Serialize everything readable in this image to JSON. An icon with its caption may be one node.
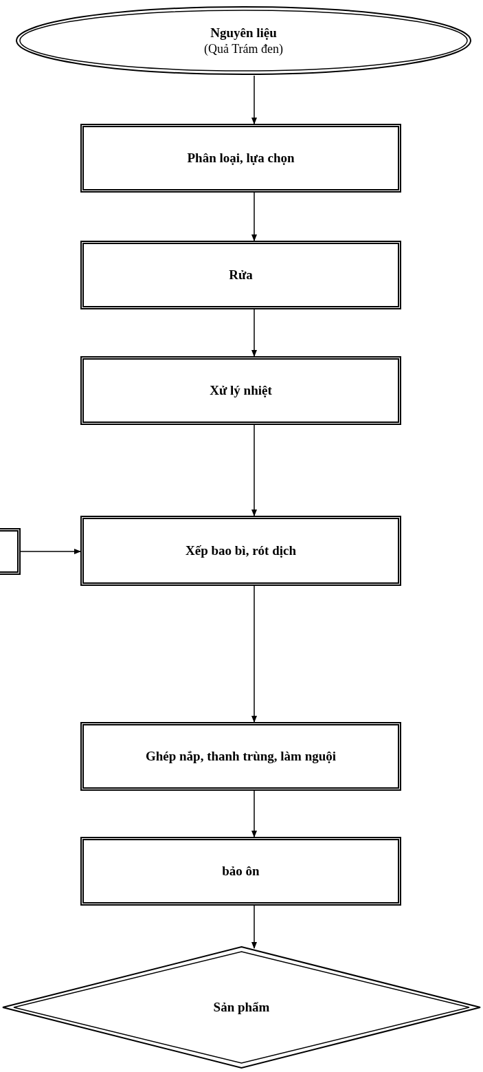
{
  "diagram": {
    "nodes": [
      {
        "text": [
          "Nguyên liệu",
          "(Quả Trám đen)"
        ]
      },
      {
        "text": [
          "Phân loại, lựa chọn"
        ]
      },
      {
        "text": [
          "Rửa"
        ]
      },
      {
        "text": [
          "Xử lý nhiệt"
        ]
      },
      {
        "text": [],
        "shape": "box"
      },
      {
        "text": [
          "Xếp bao bì, rót dịch"
        ]
      },
      {
        "text": [
          "Ghép nắp, thanh trùng, làm nguội"
        ]
      },
      {
        "text": [
          "bảo ôn"
        ]
      },
      {
        "text": [
          "Sản phẩm"
        ]
      }
    ],
    "edges": [
      {
        "from": 0,
        "to": 1,
        "arrow": "to"
      },
      {
        "from": 1,
        "to": 2,
        "arrow": "to"
      },
      {
        "from": 2,
        "to": 3,
        "arrow": "to"
      },
      {
        "from": 3,
        "to": 5,
        "arrow": "to"
      },
      {
        "from": 4,
        "to": 5,
        "arrow": "to"
      },
      {
        "from": 5,
        "to": 6,
        "arrow": "to"
      },
      {
        "from": 6,
        "to": 7,
        "arrow": "to"
      },
      {
        "from": 7,
        "to": 8,
        "arrow": "to"
      }
    ]
  }
}
